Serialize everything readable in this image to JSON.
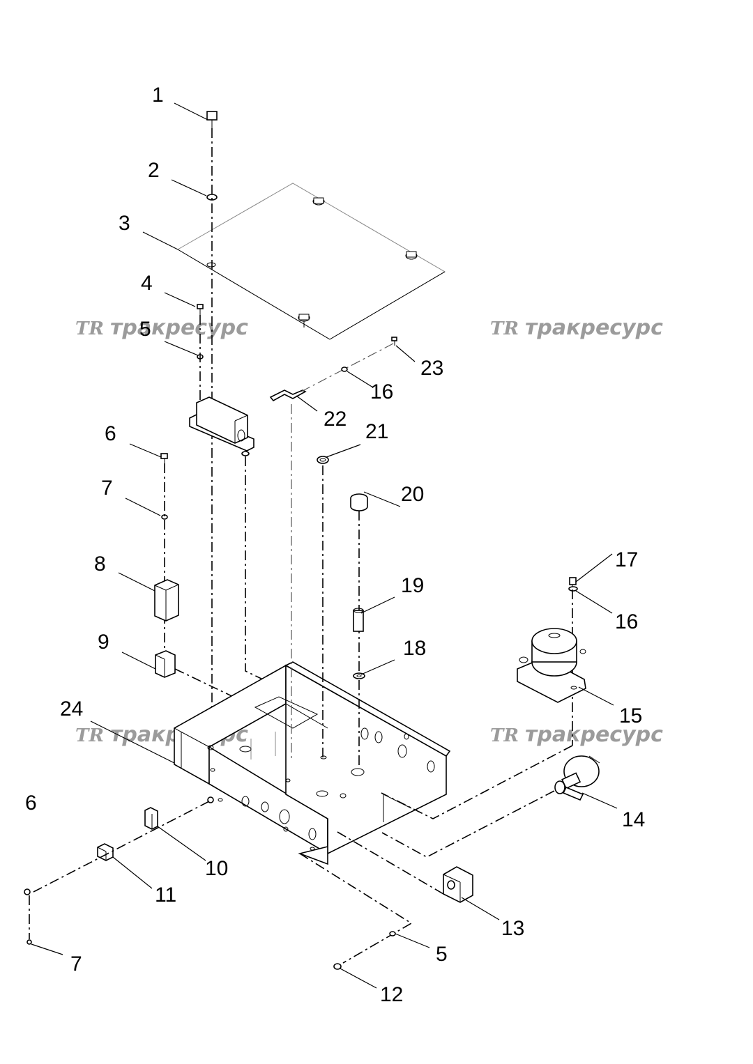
{
  "watermark": {
    "logo": "TR",
    "text": "тракресурс"
  },
  "callouts": [
    {
      "id": "c1",
      "label": "1"
    },
    {
      "id": "c2",
      "label": "2"
    },
    {
      "id": "c3",
      "label": "3"
    },
    {
      "id": "c4",
      "label": "4"
    },
    {
      "id": "c5a",
      "label": "5"
    },
    {
      "id": "c6a",
      "label": "6"
    },
    {
      "id": "c7a",
      "label": "7"
    },
    {
      "id": "c8",
      "label": "8"
    },
    {
      "id": "c9",
      "label": "9"
    },
    {
      "id": "c24",
      "label": "24"
    },
    {
      "id": "c6b",
      "label": "6"
    },
    {
      "id": "c7b",
      "label": "7"
    },
    {
      "id": "c10",
      "label": "10"
    },
    {
      "id": "c11",
      "label": "11"
    },
    {
      "id": "c12",
      "label": "12"
    },
    {
      "id": "c5b",
      "label": "5"
    },
    {
      "id": "c13",
      "label": "13"
    },
    {
      "id": "c14",
      "label": "14"
    },
    {
      "id": "c15",
      "label": "15"
    },
    {
      "id": "c16b",
      "label": "16"
    },
    {
      "id": "c17",
      "label": "17"
    },
    {
      "id": "c18",
      "label": "18"
    },
    {
      "id": "c19",
      "label": "19"
    },
    {
      "id": "c20",
      "label": "20"
    },
    {
      "id": "c21",
      "label": "21"
    },
    {
      "id": "c22",
      "label": "22"
    },
    {
      "id": "c16a",
      "label": "16"
    },
    {
      "id": "c23",
      "label": "23"
    }
  ]
}
